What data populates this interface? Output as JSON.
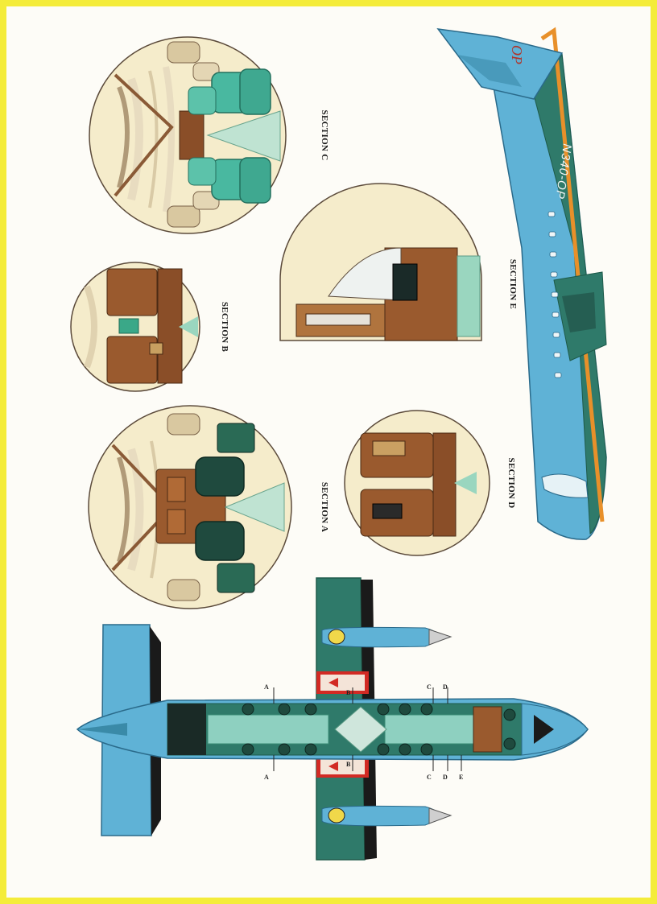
{
  "sections": {
    "a": {
      "label": "SECTION A"
    },
    "b": {
      "label": "SECTION B"
    },
    "c": {
      "label": "SECTION C"
    },
    "d": {
      "label": "SECTION D"
    },
    "e": {
      "label": "SECTION E"
    }
  },
  "aircraft": {
    "registration": "N340-OP",
    "tail_logo": "OP"
  },
  "plan_view": {
    "cut_labels": [
      "A",
      "A",
      "B",
      "B",
      "C",
      "C",
      "D",
      "D",
      "E"
    ]
  },
  "colors": {
    "border": "#f4ec3a",
    "paper": "#fdfcf7",
    "fuselage_blue": "#5fb2d6",
    "cabin_green": "#2f7a6a",
    "seat_green": "#49b8a0",
    "wood": "#9a5a2e",
    "cream": "#f5eccb",
    "accent_red": "#d22a24"
  }
}
